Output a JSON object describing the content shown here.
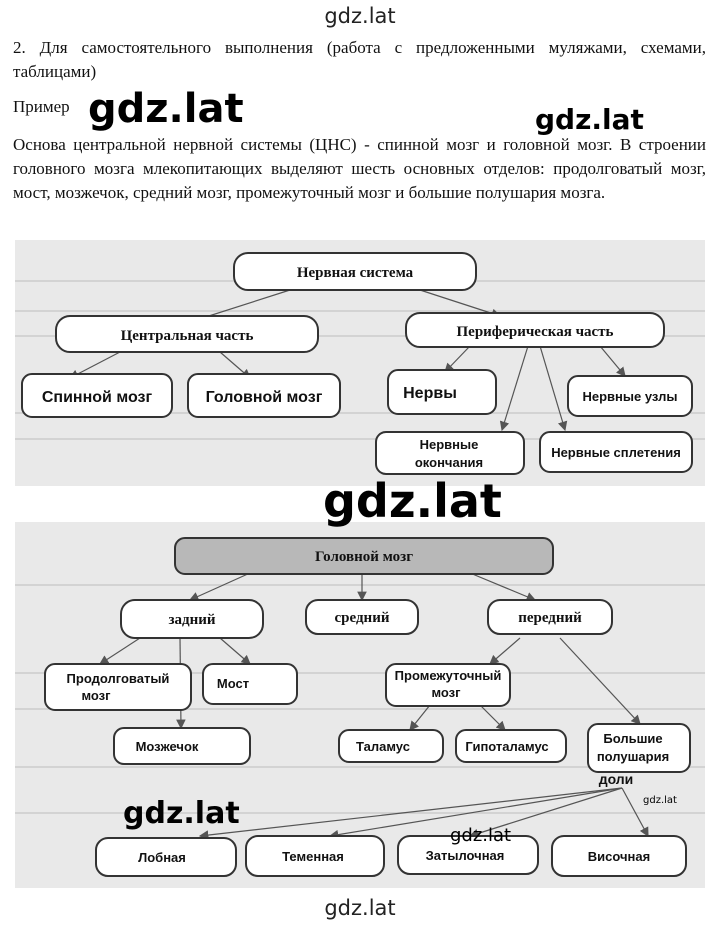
{
  "watermark": "gdz.lat",
  "task_line": "2. Для самостоятельного выполнения (работа с предложенными муляжами, схемами, таблицами)",
  "example_label": "Пример",
  "paragraph": "Основа центральной нервной системы (ЦНС) - спинной мозг и головной мозг. В строении головного мозга млекопитающих выделяют шесть основных отделов: продолговатый мозг, мост, мозжечок, средний мозг, промежуточный мозг и большие полушария мозга.",
  "diagram1": {
    "root": "Нервная система",
    "central": "Центральная часть",
    "peripheral": "Периферическая часть",
    "spinal": "Спинной мозг",
    "brain": "Головной мозг",
    "nerves": "Нервы",
    "ganglia": "Нервные узлы",
    "endings_line1": "Нервные",
    "endings_line2": "окончания",
    "plexuses": "Нервные сплетения"
  },
  "diagram2": {
    "root": "Головной мозг",
    "hind": "задний",
    "middle": "средний",
    "fore": "передний",
    "medulla_line1": "Продолговатый",
    "medulla_line2": "мозг",
    "pons": "Мост",
    "cerebellum": "Мозжечок",
    "diencephalon_line1": "Промежуточный",
    "diencephalon_line2": "мозг",
    "thalamus": "Таламус",
    "hypothalamus": "Гипоталамус",
    "hemispheres_line1": "Большие",
    "hemispheres_line2": "полушария",
    "lobes": "доли",
    "frontal": "Лобная",
    "parietal": "Теменная",
    "occipital": "Затылочная",
    "temporal": "Височная"
  }
}
